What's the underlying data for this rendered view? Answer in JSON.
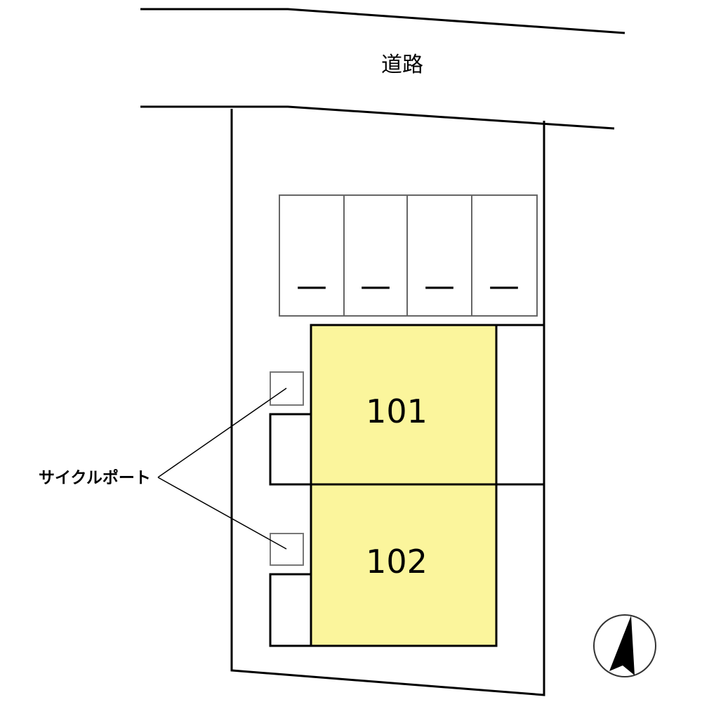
{
  "road": {
    "label": "道路"
  },
  "parking": {
    "spaces": [
      "—",
      "—",
      "—",
      "—"
    ]
  },
  "units": [
    {
      "label": "101",
      "color": "#fbf59c"
    },
    {
      "label": "102",
      "color": "#fbf59c"
    }
  ],
  "cycle_port": {
    "label": "サイクルポート"
  },
  "compass": {
    "icon": "north-arrow-icon"
  }
}
